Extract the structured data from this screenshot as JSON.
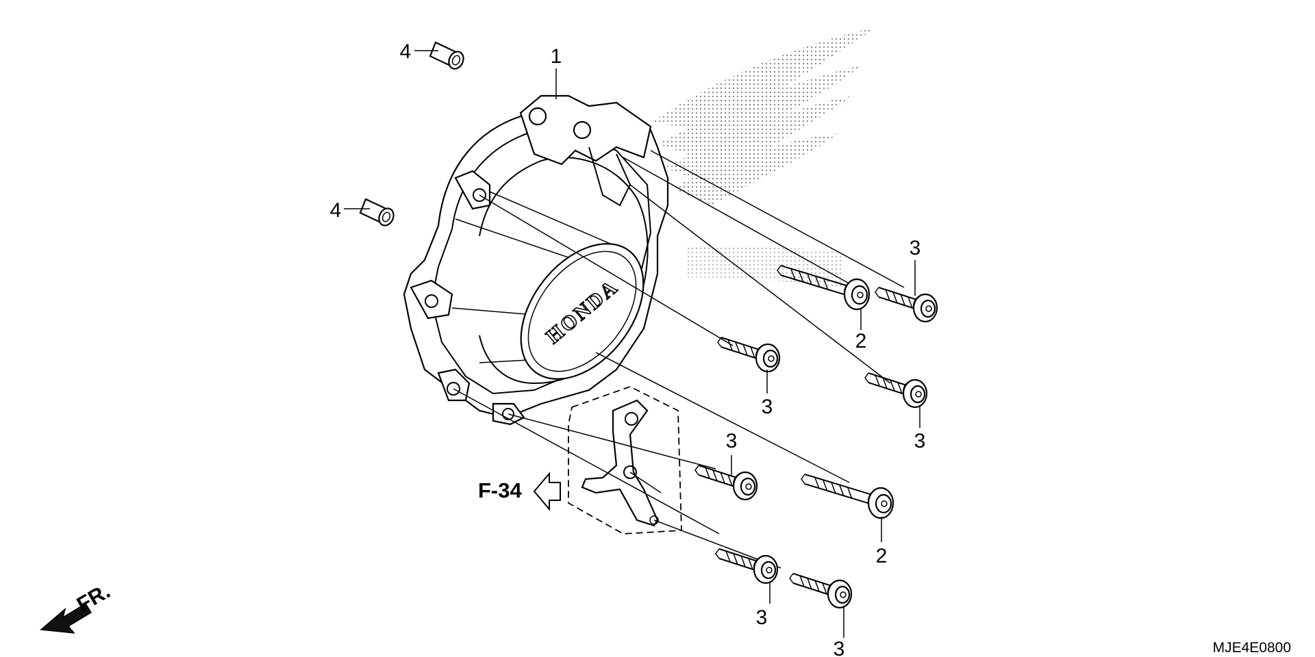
{
  "diagram": {
    "callouts": [
      {
        "id": "c1",
        "text": "1"
      },
      {
        "id": "c2a",
        "text": "2"
      },
      {
        "id": "c2b",
        "text": "2"
      },
      {
        "id": "c3a",
        "text": "3"
      },
      {
        "id": "c3b",
        "text": "3"
      },
      {
        "id": "c3c",
        "text": "3"
      },
      {
        "id": "c3d",
        "text": "3"
      },
      {
        "id": "c3e",
        "text": "3"
      },
      {
        "id": "c3f",
        "text": "3"
      },
      {
        "id": "c4a",
        "text": "4"
      },
      {
        "id": "c4b",
        "text": "4"
      }
    ],
    "ref_label": "F-34",
    "front_label": "FR.",
    "cover_emblem": "HONDA",
    "part_code": "MJE4E0800"
  }
}
